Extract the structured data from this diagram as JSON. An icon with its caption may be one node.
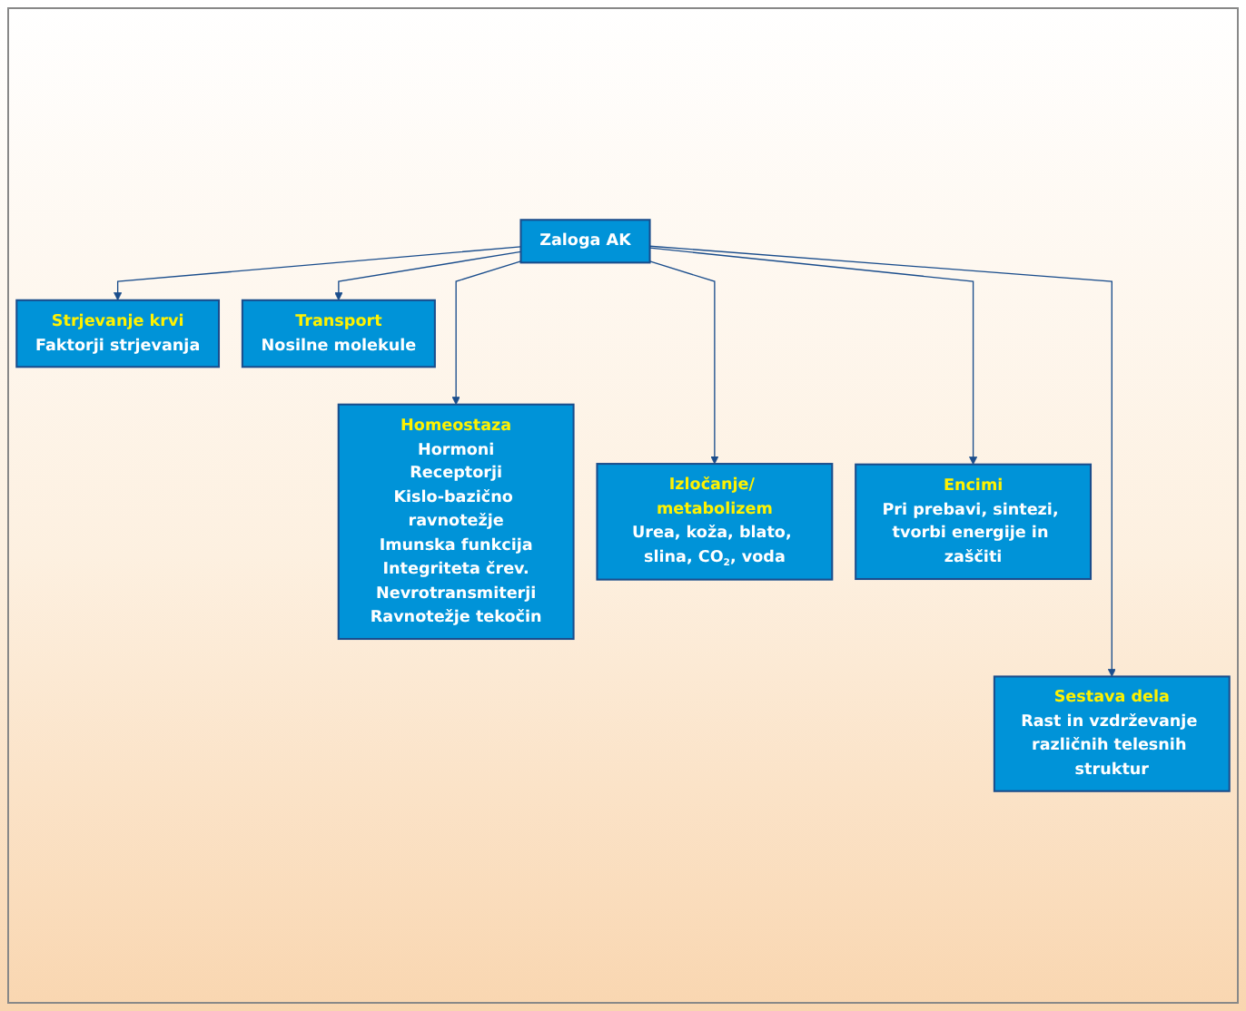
{
  "diagram": {
    "nodes": [
      {
        "text": [
          "Zaloga AK"
        ]
      },
      {
        "text": [
          "Strjevanje krvi",
          "Faktorji strjevanja"
        ]
      },
      {
        "text": [
          "Transport",
          "Nosilne molekule"
        ]
      },
      {
        "text": [
          "Homeostaza",
          "Hormoni",
          "Receptorji",
          "Kislo-bazično ravnotežje",
          "Imunska funkcija",
          "Integriteta črev.",
          "Nevrotransmiterji",
          "Ravnotežje tekočin"
        ]
      },
      {
        "text": [
          "Izločanje/ metabolizem",
          "Urea, koža, blato, slina, CO$_{2}$, voda"
        ]
      },
      {
        "text": [
          "Encimi",
          "Pri prebavi, sintezi, tvorbi energije in zaščiti"
        ]
      },
      {
        "text": [
          "Sestava dela",
          "Rast in vzdrževanje različnih telesnih struktur"
        ]
      }
    ],
    "edges": [
      {
        "from": 0,
        "to": 3,
        "arrow": "to"
      },
      {
        "from": 0,
        "to": 4,
        "arrow": "to"
      },
      {
        "from": 0,
        "to": 1,
        "arrow": "to"
      },
      {
        "from": 0,
        "to": 6,
        "arrow": "to"
      },
      {
        "from": 0,
        "to": 5,
        "arrow": "to"
      },
      {
        "from": 0,
        "to": 2,
        "arrow": "to"
      }
    ]
  }
}
